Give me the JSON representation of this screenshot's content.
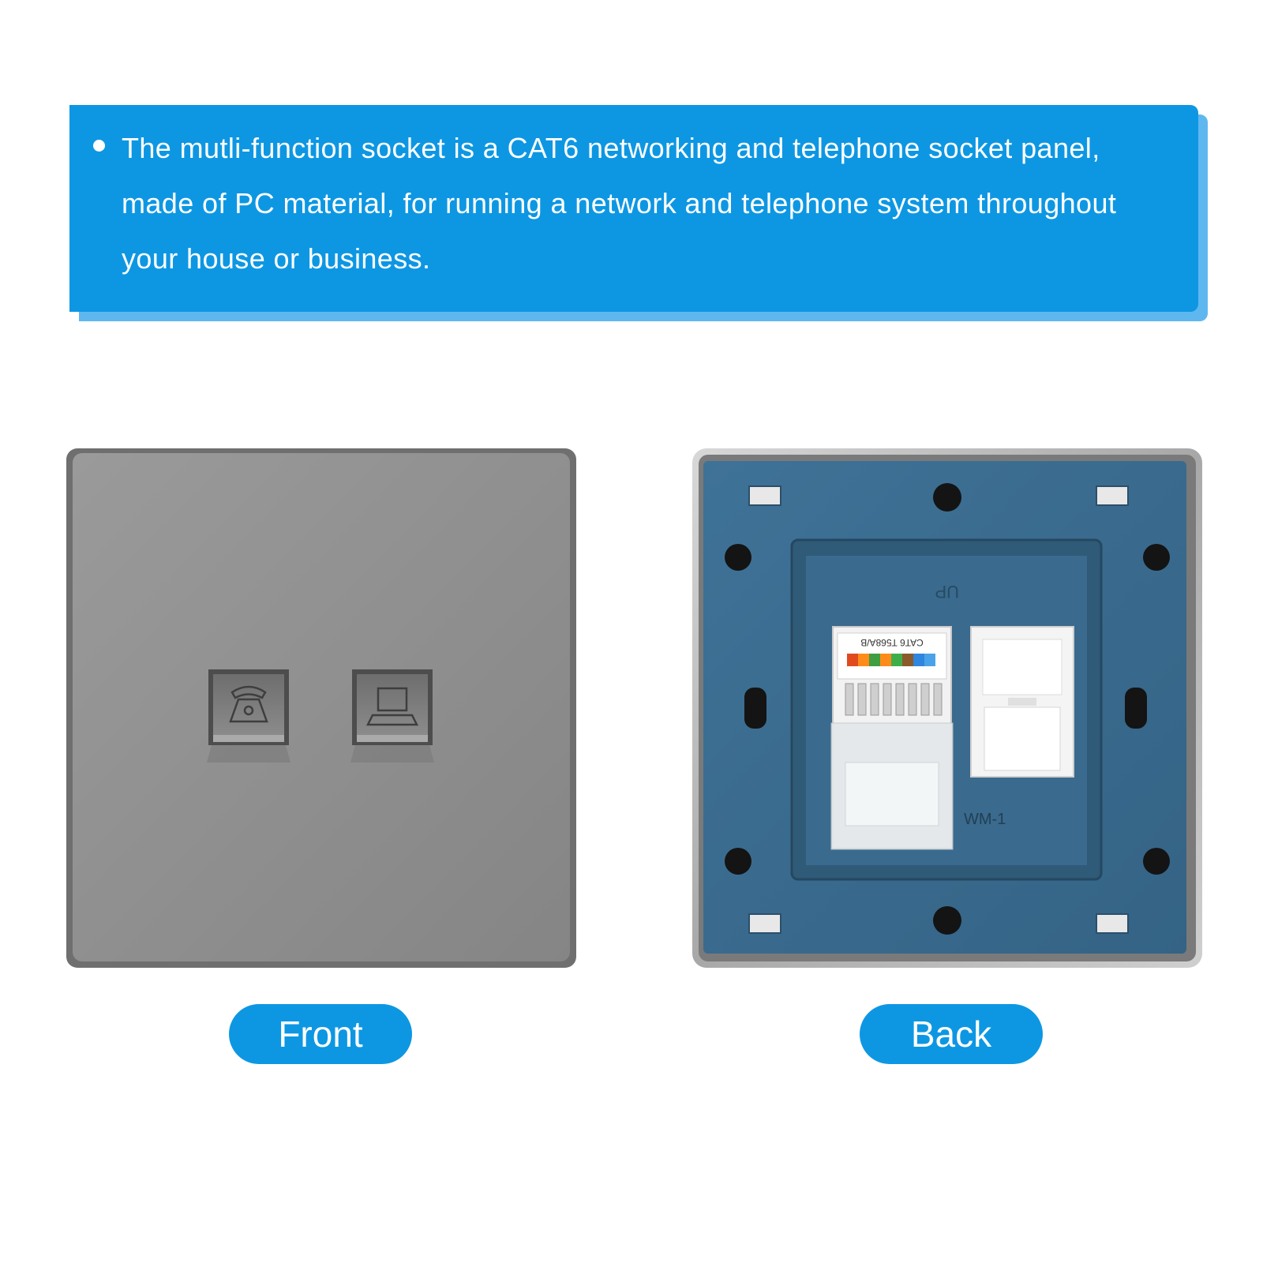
{
  "banner": {
    "text": "The mutli-function socket is a CAT6 networking and telephone socket panel, made of PC material, for running a network and telephone system throughout your house or business."
  },
  "labels": {
    "front": "Front",
    "back": "Back"
  },
  "back_markings": {
    "module_type": "CAT6 T568A/B",
    "model": "WM-1"
  },
  "icons": {
    "telephone_port": "telephone-icon",
    "network_port": "computer-icon"
  },
  "colors": {
    "banner": "#0d97e3",
    "banner_shadow": "#5fb7ef",
    "front_panel": "#8c8c8c",
    "back_panel": "#3b6c90"
  }
}
